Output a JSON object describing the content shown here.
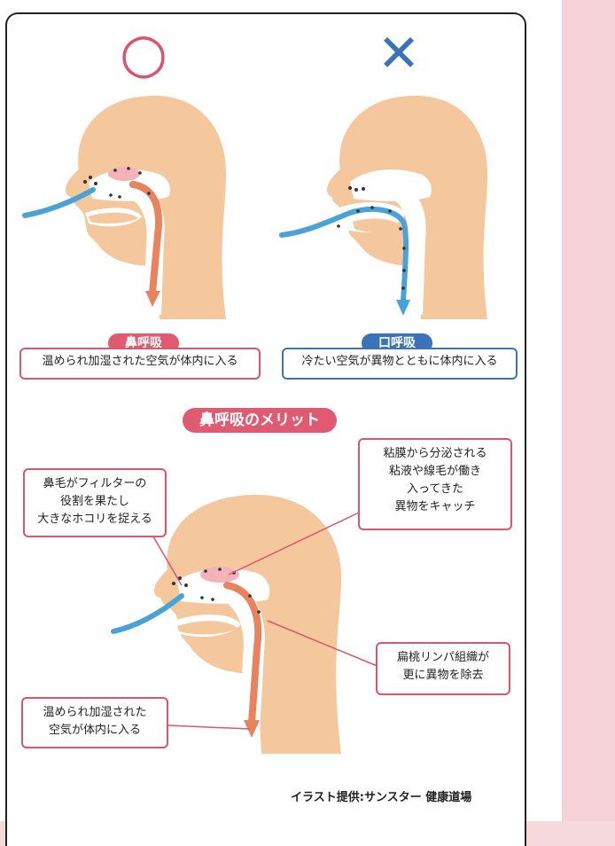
{
  "panels": {
    "good": {
      "symbol": "○",
      "tag": "鼻呼吸",
      "caption": "温められ加湿された空気が体内に入る"
    },
    "bad": {
      "symbol": "✕",
      "tag": "口呼吸",
      "caption": "冷たい空気が異物とともに体内に入る"
    }
  },
  "merit": {
    "title": "鼻呼吸のメリット",
    "callouts": {
      "nose_hair": [
        "鼻毛がフィルターの",
        "役割を果たし",
        "大きなホコリを捉える"
      ],
      "mucus": [
        "粘膜から分泌される",
        "粘液や線毛が働き",
        "入ってきた",
        "異物をキャッチ"
      ],
      "tonsil": [
        "扁桃リンパ組織が",
        "更に異物を除去"
      ],
      "warm_air": [
        "温められ加湿された",
        "空気が体内に入る"
      ]
    }
  },
  "credit": "イラスト提供:サンスター 健康道場",
  "colors": {
    "good": "#d9576e",
    "bad": "#3b72b8",
    "skin": "#f4c79c",
    "airway_warm": "#e8835e",
    "airway_cold": "#4aa3d8"
  }
}
